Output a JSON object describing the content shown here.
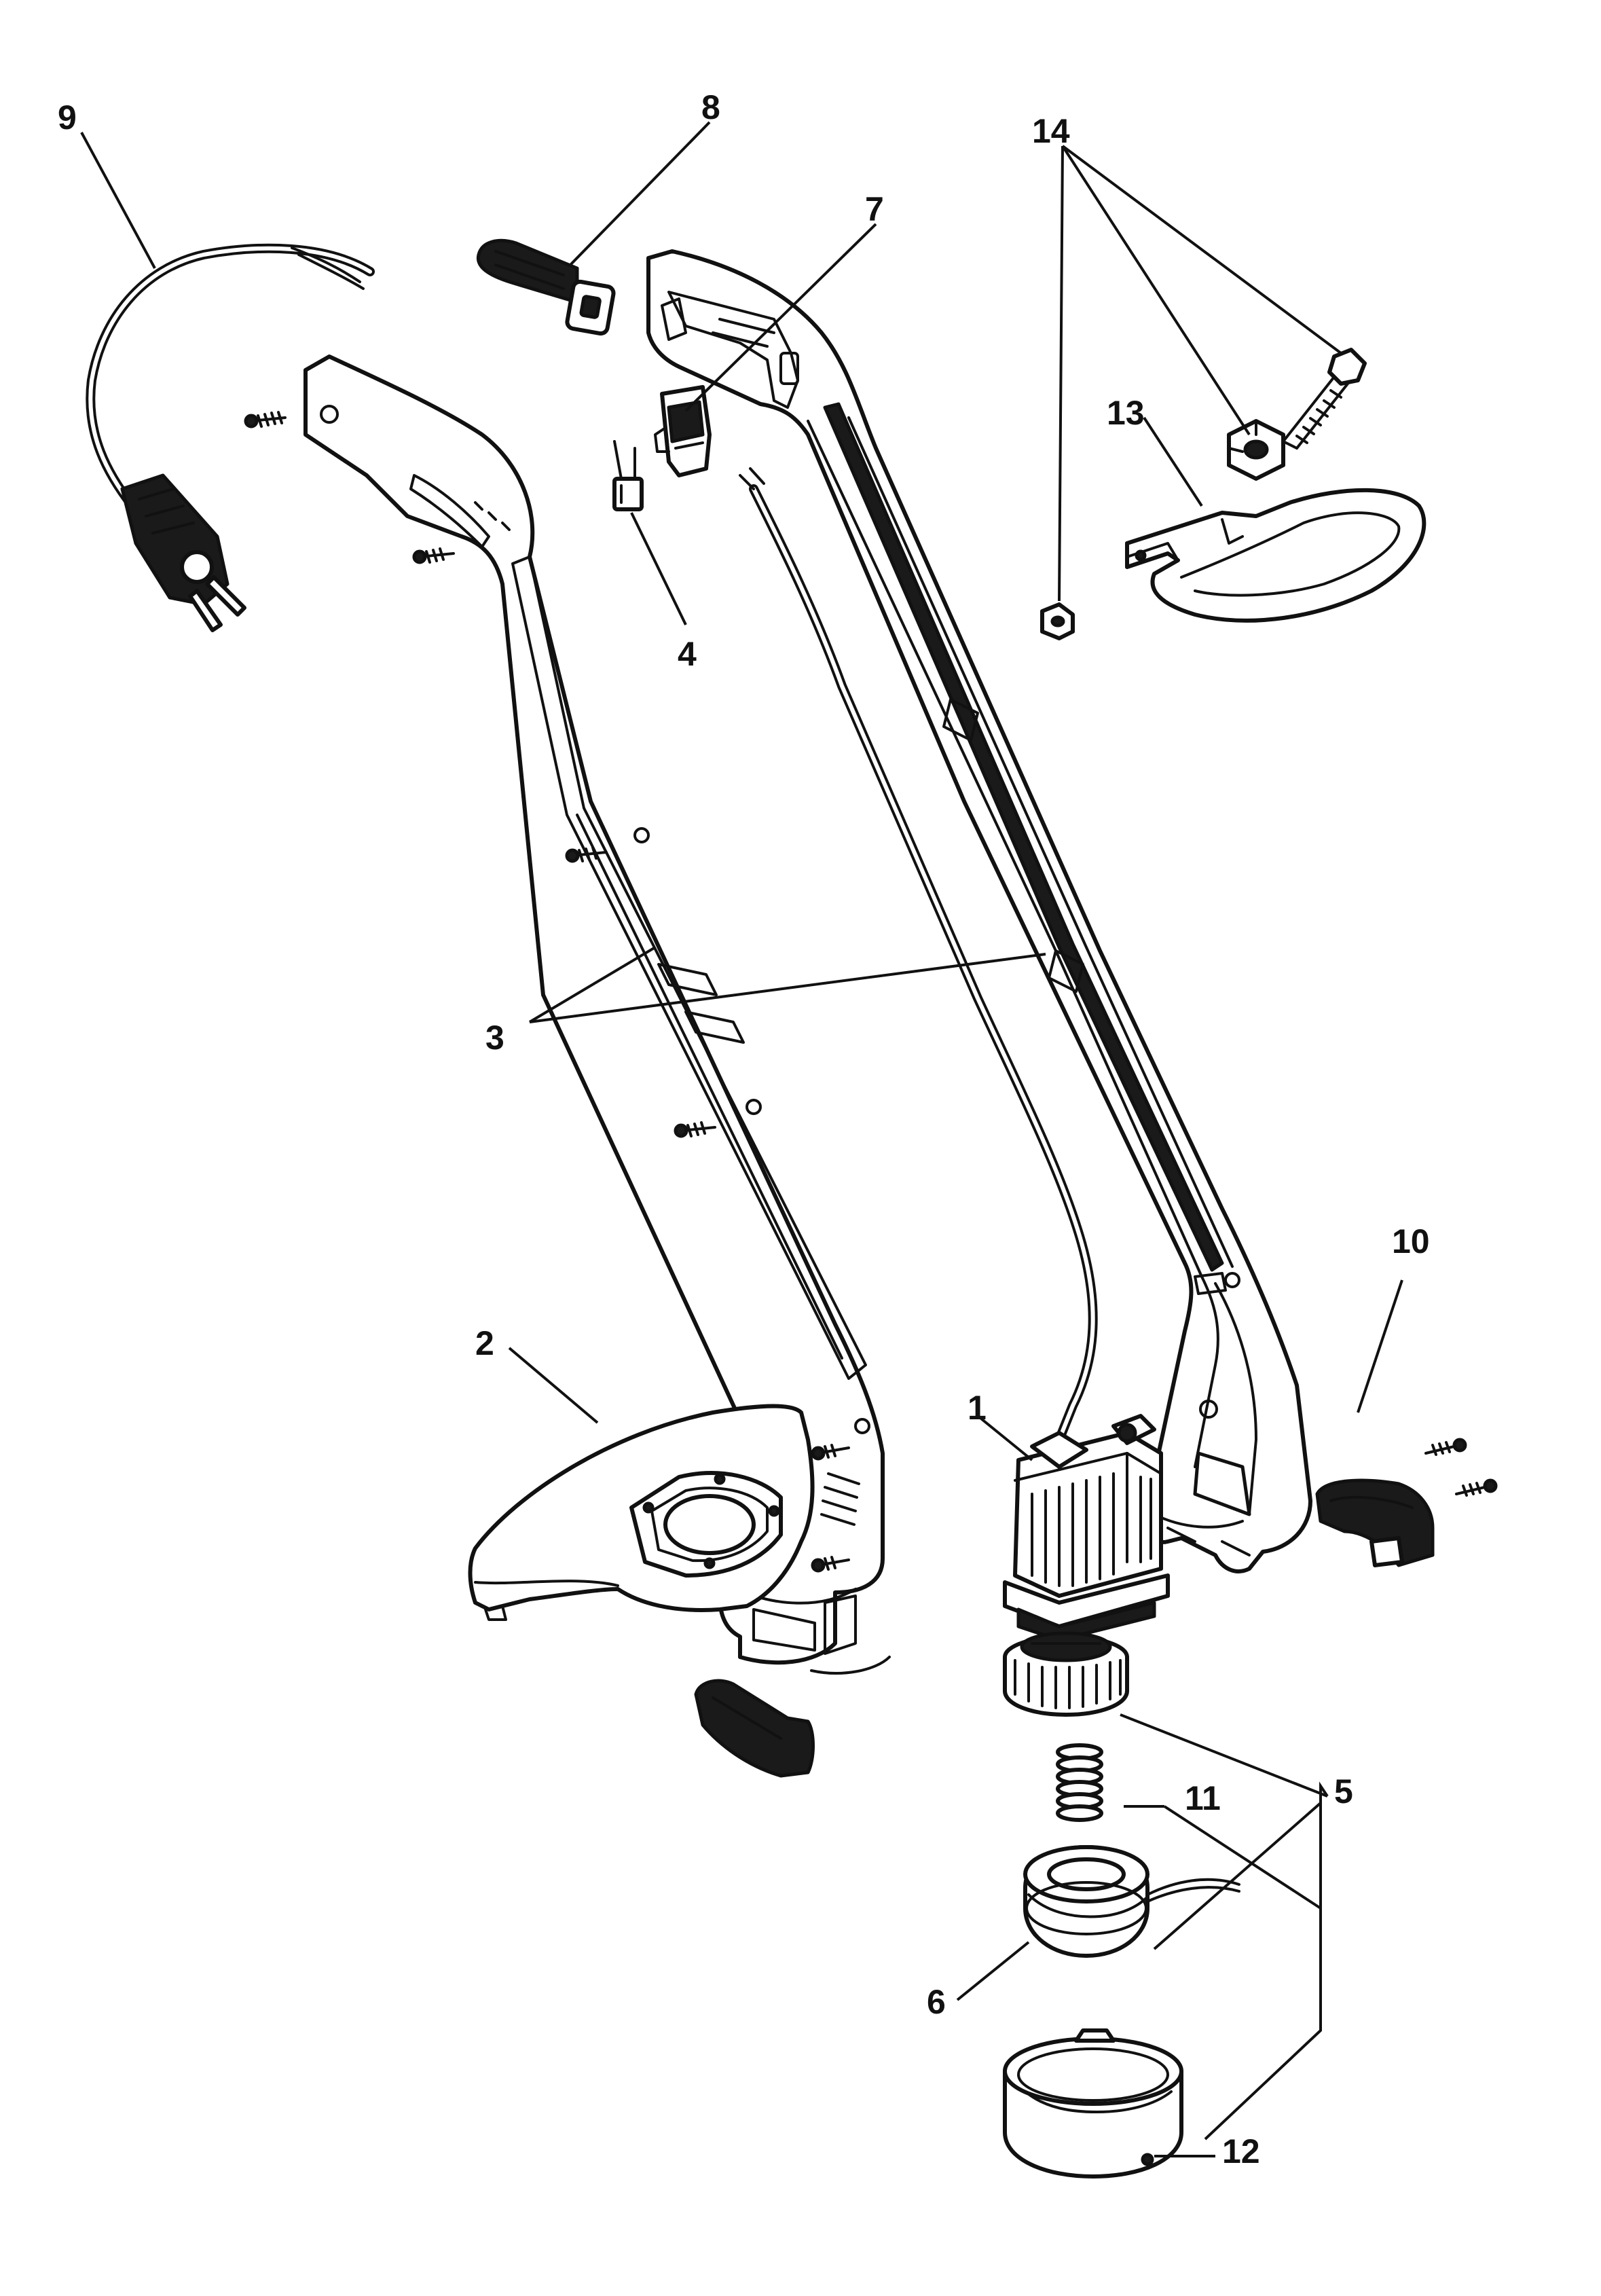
{
  "diagram": {
    "callouts": [
      {
        "id": "1",
        "label": "1"
      },
      {
        "id": "2",
        "label": "2"
      },
      {
        "id": "3",
        "label": "3"
      },
      {
        "id": "4",
        "label": "4"
      },
      {
        "id": "5",
        "label": "5"
      },
      {
        "id": "6",
        "label": "6"
      },
      {
        "id": "7",
        "label": "7"
      },
      {
        "id": "8",
        "label": "8"
      },
      {
        "id": "9",
        "label": "9"
      },
      {
        "id": "10",
        "label": "10"
      },
      {
        "id": "11",
        "label": "11"
      },
      {
        "id": "12",
        "label": "12"
      },
      {
        "id": "13",
        "label": "13"
      },
      {
        "id": "14",
        "label": "14"
      }
    ],
    "line_color": "#111111",
    "background": "#ffffff"
  }
}
